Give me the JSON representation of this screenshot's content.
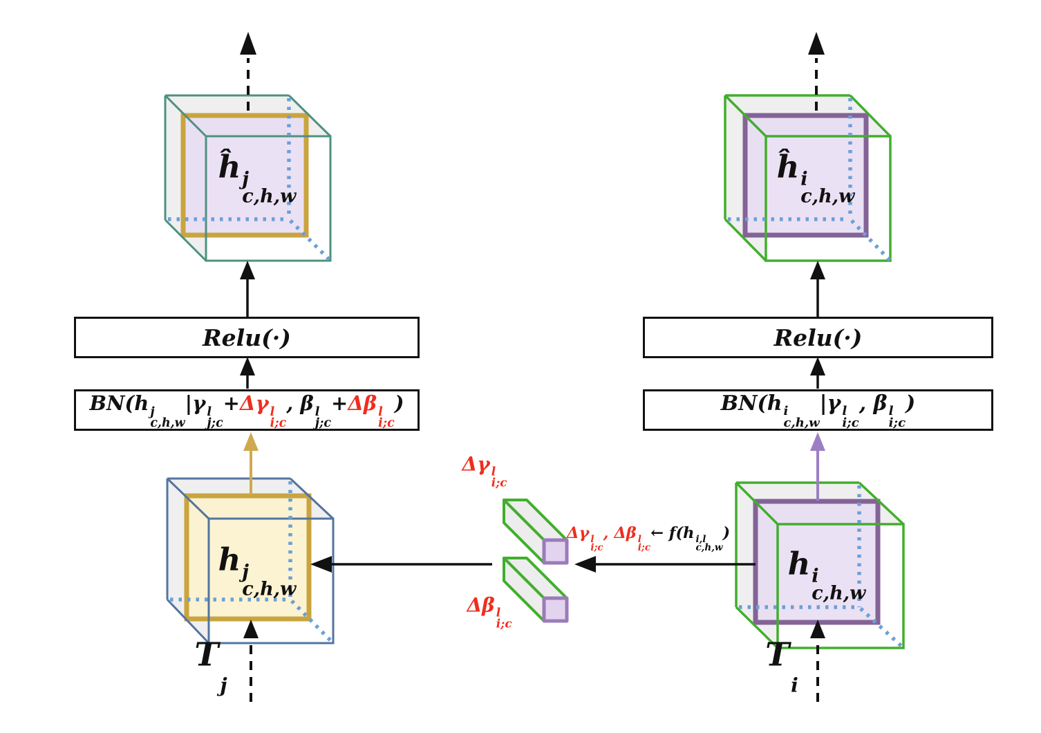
{
  "colors": {
    "ink": "#111111",
    "red": "#ee2e1f",
    "teal": "#4e9181",
    "green": "#42ae2d",
    "blue": "#53749f",
    "gold": "#c9a43f",
    "purple": "#846397",
    "lavender": "#e8dcf2",
    "lightyellow": "#fbf2cd",
    "dotblue": "#6c9fd6",
    "arrowgold": "#cfa94f",
    "arrowpurple": "#9b7fc2",
    "facegray": "#efefef",
    "capfill": "#e2d4ee",
    "cappurple": "#9b7bb8"
  },
  "left_branch": {
    "output_cube_label": [
      {
        "b": "ĥ",
        "sup": "j",
        "sub": "c,h,w"
      }
    ],
    "relu_label": [
      {
        "b": "Relu(·)"
      }
    ],
    "bn_formula": [
      {
        "b": "BN(h",
        "sup": "j",
        "sub": "c,h,w"
      },
      {
        "b": "|γ",
        "sup": "l",
        "sub": "j;c"
      },
      {
        "b": "+"
      },
      {
        "b": "Δγ",
        "sup": "l",
        "sub": "i;c",
        "c": "r"
      },
      {
        "b": ", β",
        "sup": "l",
        "sub": "j;c"
      },
      {
        "b": "+"
      },
      {
        "b": "Δβ",
        "sup": "l",
        "sub": "i;c",
        "c": "r"
      },
      {
        "b": ")"
      }
    ],
    "input_cube_label": [
      {
        "b": "h",
        "sup": "j",
        "sub": "c,h,w"
      }
    ],
    "stream_label": [
      {
        "b": "T",
        "sub": "j"
      }
    ]
  },
  "right_branch": {
    "output_cube_label": [
      {
        "b": "ĥ",
        "sup": "i",
        "sub": "c,h,w"
      }
    ],
    "relu_label": [
      {
        "b": "Relu(·)"
      }
    ],
    "bn_formula": [
      {
        "b": "BN(h",
        "sup": "i",
        "sub": "c,h,w"
      },
      {
        "b": "|γ",
        "sup": "l",
        "sub": "i;c"
      },
      {
        "b": ", β",
        "sup": "l",
        "sub": "i;c"
      },
      {
        "b": ")"
      }
    ],
    "input_cube_label": [
      {
        "b": "h",
        "sup": "i",
        "sub": "c,h,w"
      }
    ],
    "stream_label": [
      {
        "b": "T",
        "sub": "i"
      }
    ]
  },
  "middle": {
    "delta_gamma_label": [
      {
        "b": "Δγ",
        "sup": "l",
        "sub": "i;c",
        "c": "r"
      }
    ],
    "delta_beta_label": [
      {
        "b": "Δβ",
        "sup": "l",
        "sub": "i;c",
        "c": "r"
      }
    ],
    "transfer_formula": [
      {
        "b": "Δγ",
        "sup": "l",
        "sub": "i;c",
        "c": "r"
      },
      {
        "b": ",",
        "c": "r"
      },
      {
        "b": " Δβ",
        "sup": "l",
        "sub": "i;c",
        "c": "r"
      },
      {
        "b": "← f(h",
        "sup": "i,l",
        "sub": "c,h,w"
      },
      {
        "b": ")"
      }
    ]
  }
}
